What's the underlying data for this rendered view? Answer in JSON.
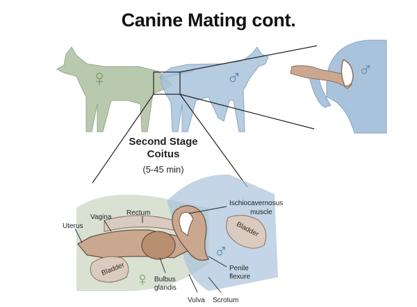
{
  "title": "Canine Mating cont.",
  "stage": {
    "heading_line1": "Second Stage",
    "heading_line2": "Coitus",
    "duration": "(5-45 min)"
  },
  "symbols": {
    "female": "♀",
    "male": "♂"
  },
  "labels": {
    "uterus": "Uterus",
    "vagina": "Vagina",
    "rectum": "Rectum",
    "bladder_female": "Bladder",
    "bladder_male": "Bladder",
    "ischiocavernosus_line1": "Ischiocavernosus",
    "ischiocavernosus_line2": "muscle",
    "penile_line1": "Penile",
    "penile_line2": "flexure",
    "bulbus_line1": "Bulbus",
    "bulbus_line2": "glandis",
    "vulva": "Vulva",
    "scrotum": "Scrotum"
  },
  "colors": {
    "female_body": "#b8c9ad",
    "male_body": "#a9c3dc",
    "penis": "#c9a88f",
    "tissue": "#d9cbc0",
    "outline": "#222222"
  }
}
